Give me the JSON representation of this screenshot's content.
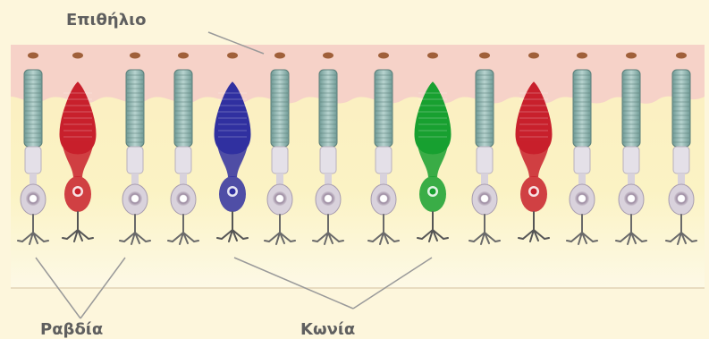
{
  "labels": {
    "epithelium": "Επιθήλιο",
    "rods": "Ραβδία",
    "cones": "Κωνία"
  },
  "cells": [
    {
      "type": "rod"
    },
    {
      "type": "cone",
      "color": "red"
    },
    {
      "type": "rod"
    },
    {
      "type": "rod"
    },
    {
      "type": "cone",
      "color": "blue"
    },
    {
      "type": "rod"
    },
    {
      "type": "rod"
    },
    {
      "type": "rod"
    },
    {
      "type": "cone",
      "color": "green"
    },
    {
      "type": "rod"
    },
    {
      "type": "cone",
      "color": "red"
    },
    {
      "type": "rod"
    },
    {
      "type": "rod"
    },
    {
      "type": "rod"
    }
  ],
  "colors": {
    "background": "#fdf6dc",
    "epithelium": "#f6d2c8",
    "retina_band": "#fbf1b8",
    "rod_outer_segment": "#8fb3ae",
    "red": "#c8202c",
    "blue": "#3030a0",
    "green": "#18a030"
  }
}
